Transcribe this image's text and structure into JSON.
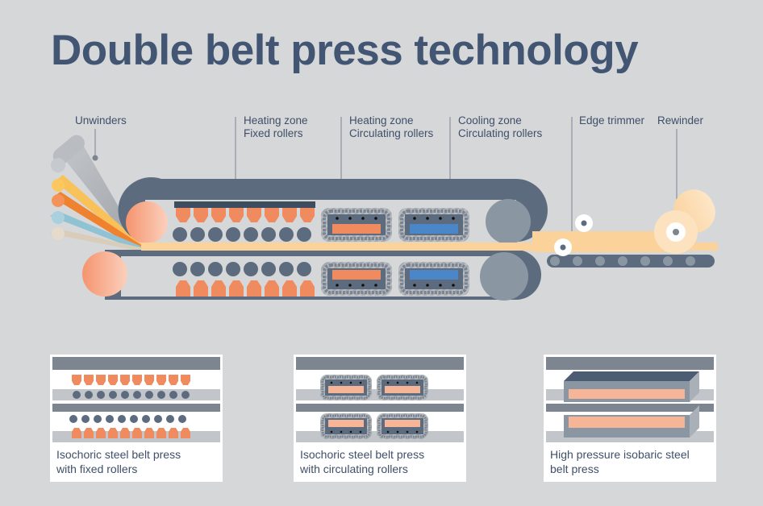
{
  "title": "Double belt press technology",
  "colors": {
    "background": "#d5d7d9",
    "title": "#425573",
    "belt": "#5c6b7d",
    "belt_dark": "#3e4c5f",
    "roller": "#5c6b7d",
    "heating": "#f08a5f",
    "cooling": "#4a86c8",
    "product": "#fbd39a",
    "caption_text": "#3f4f68"
  },
  "labels": {
    "unwinders": "Unwinders",
    "heating_fixed": "Heating zone\nFixed rollers",
    "heating_circulating": "Heating zone\nCirculating rollers",
    "cooling_circulating": "Cooling zone\nCirculating rollers",
    "edge_trimmer": "Edge trimmer",
    "rewinder": "Rewinder"
  },
  "cards": [
    {
      "caption": "Isochoric steel belt press\nwith fixed rollers",
      "type": "fixed-rollers"
    },
    {
      "caption": "Isochoric steel belt press\nwith circulating rollers",
      "type": "circulating-rollers"
    },
    {
      "caption": "High pressure isobaric steel\nbelt press",
      "type": "isobaric"
    }
  ]
}
